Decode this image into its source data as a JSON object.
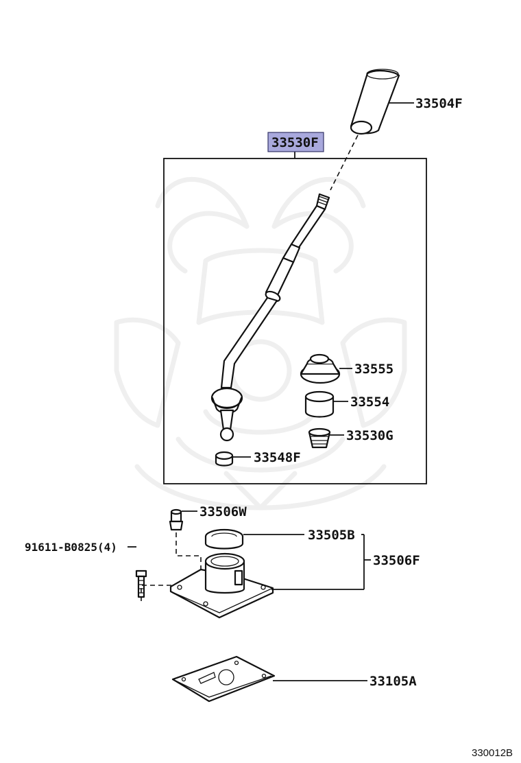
{
  "diagram": {
    "parts": [
      {
        "id": "p-33504f",
        "label": "33504F"
      },
      {
        "id": "p-33530f",
        "label": "33530F",
        "highlight_color": "#a9a9dd"
      },
      {
        "id": "p-33555",
        "label": "33555"
      },
      {
        "id": "p-33554",
        "label": "33554"
      },
      {
        "id": "p-33530g",
        "label": "33530G"
      },
      {
        "id": "p-33548f",
        "label": "33548F"
      },
      {
        "id": "p-33506w",
        "label": "33506W"
      },
      {
        "id": "p-91611",
        "label": "91611-B0825(4)"
      },
      {
        "id": "p-33505b",
        "label": "33505B"
      },
      {
        "id": "p-33506f",
        "label": "33506F"
      },
      {
        "id": "p-33105a",
        "label": "33105A"
      }
    ],
    "figure_id": "330012B",
    "line_color": "#111111"
  }
}
